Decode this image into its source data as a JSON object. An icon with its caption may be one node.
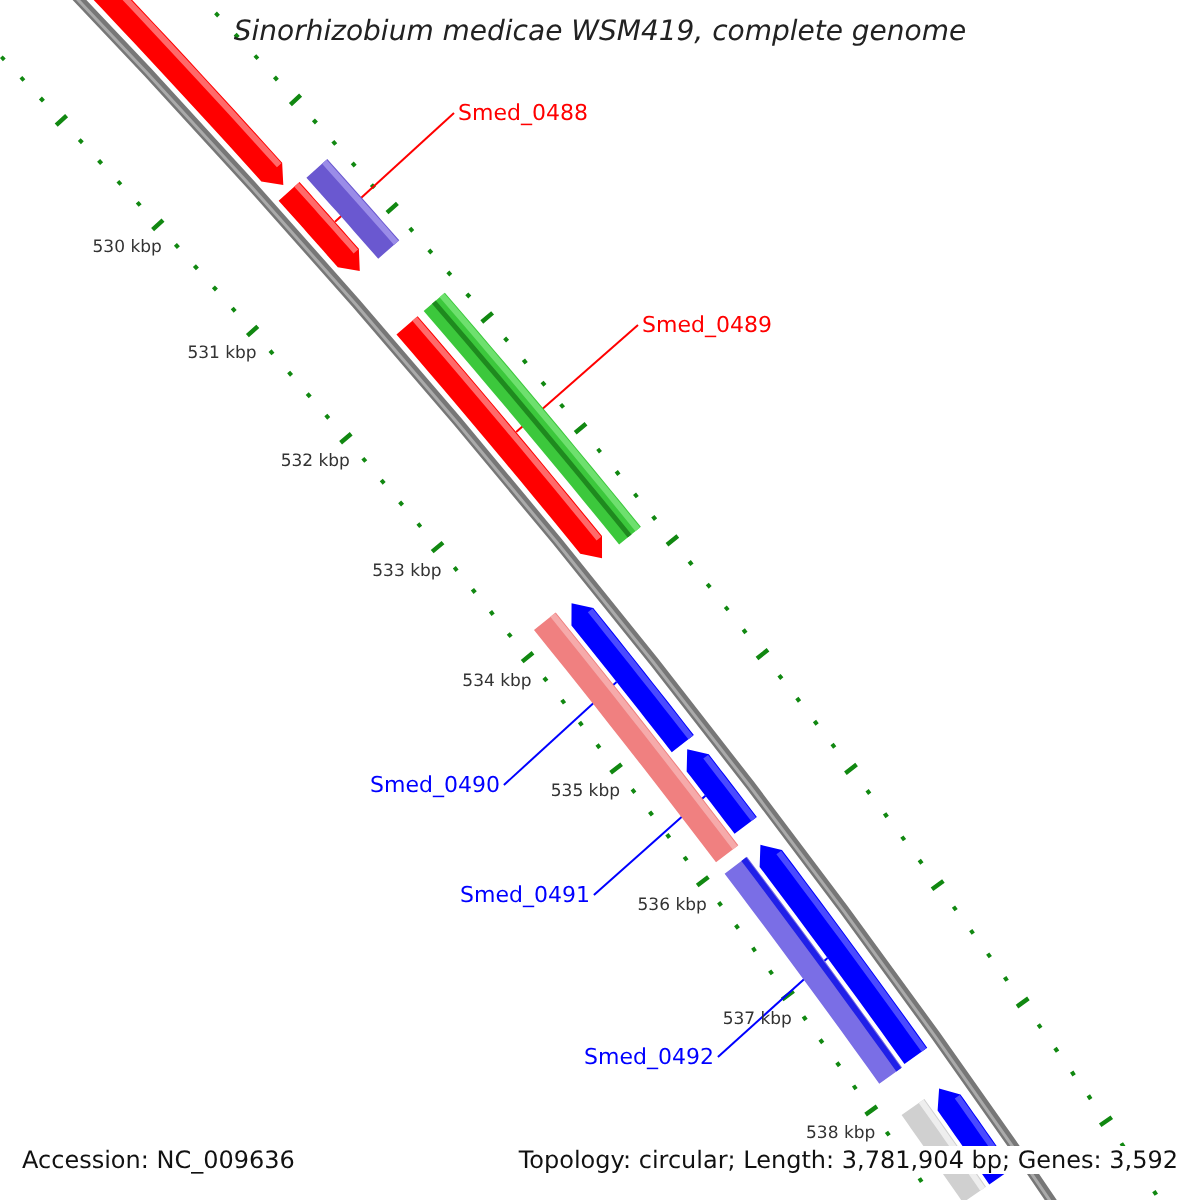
{
  "diagram": {
    "title": "Sinorhizobium medicae WSM419, complete genome",
    "nodes": [
      {
        "text": [
          "Smed_0488"
        ]
      },
      {
        "text": [
          "Smed_0489"
        ]
      },
      {
        "text": [
          "Smed_0490"
        ]
      },
      {
        "text": [
          "Smed_0491"
        ]
      },
      {
        "text": [
          "Smed_0492"
        ]
      },
      {
        "text": [],
        "shape": "arrow"
      },
      {
        "text": [],
        "shape": "bar"
      },
      {
        "text": [],
        "shape": "arrow"
      },
      {
        "text": [],
        "shape": "bar"
      },
      {
        "text": [],
        "shape": "arrow"
      },
      {
        "text": [],
        "shape": "arrow"
      },
      {
        "text": [],
        "shape": "bar"
      },
      {
        "text": [],
        "shape": "arrow"
      },
      {
        "text": [],
        "shape": "arrow"
      },
      {
        "text": [],
        "shape": "bar"
      },
      {
        "text": [],
        "shape": "arrow"
      },
      {
        "text": [],
        "shape": "bar"
      }
    ],
    "edges": [
      {
        "from": 0,
        "to": 7,
        "arrow": "none",
        "color": "#ff0000"
      },
      {
        "from": 1,
        "to": 9,
        "arrow": "none",
        "color": "#ff0000"
      },
      {
        "from": 2,
        "to": 10,
        "arrow": "none"
      },
      {
        "from": 3,
        "to": 12,
        "arrow": "none"
      },
      {
        "from": 4,
        "to": 13,
        "arrow": "none"
      }
    ],
    "labels": [
      "530 kbp",
      "531 kbp",
      "532 kbp",
      "533 kbp",
      "534 kbp",
      "535 kbp",
      "536 kbp",
      "537 kbp",
      "538 kbp",
      "Accession: NC_009636",
      "Topology: circular; Length: 3,781,904 bp; Genes: 3,592"
    ]
  }
}
